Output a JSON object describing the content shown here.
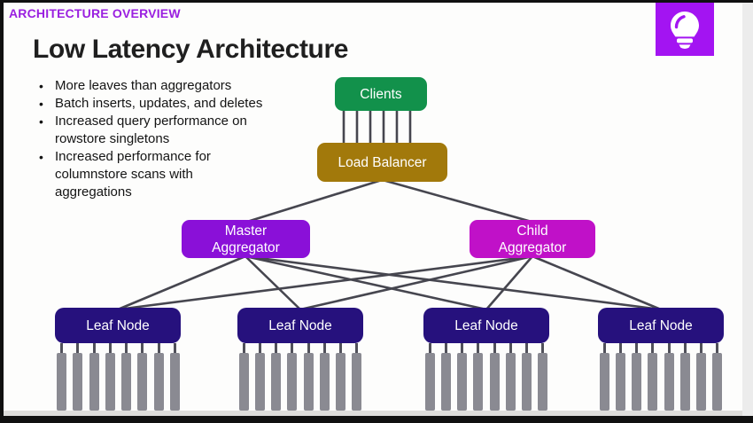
{
  "kicker": {
    "text": "ARCHITECTURE OVERVIEW",
    "color": "#9A1FE0"
  },
  "title": {
    "text": "Low Latency Architecture"
  },
  "bullets": [
    "More leaves than aggregators",
    "Batch inserts, updates, and deletes",
    "Increased query performance on\nrowstore singletons",
    "Increased performance for\ncolumnstore scans with\naggregations"
  ],
  "diagram": {
    "line_color": "#46464F",
    "bar_color": "#8A8A92",
    "bars_per_leaf": 8,
    "nodes": [
      {
        "id": "clients",
        "label": "Clients",
        "color": "#12914B"
      },
      {
        "id": "load-balancer",
        "label": "Load Balancer",
        "color": "#A2790B"
      },
      {
        "id": "master-aggregator",
        "label": "Master\nAggregator",
        "color": "#8A10D8"
      },
      {
        "id": "child-aggregator",
        "label": "Child\nAggregator",
        "color": "#C011C8"
      },
      {
        "id": "leaf-node-1",
        "label": "Leaf Node",
        "color": "#26117D"
      },
      {
        "id": "leaf-node-2",
        "label": "Leaf Node",
        "color": "#26117D"
      },
      {
        "id": "leaf-node-3",
        "label": "Leaf Node",
        "color": "#26117D"
      },
      {
        "id": "leaf-node-4",
        "label": "Leaf Node",
        "color": "#26117D"
      }
    ],
    "edges": [
      {
        "from": "clients",
        "to": "load-balancer",
        "links": 6
      },
      {
        "from": "load-balancer",
        "to": "master-aggregator"
      },
      {
        "from": "load-balancer",
        "to": "child-aggregator"
      },
      {
        "from": "master-aggregator",
        "to": "leaf-node-1"
      },
      {
        "from": "master-aggregator",
        "to": "leaf-node-2"
      },
      {
        "from": "master-aggregator",
        "to": "leaf-node-3"
      },
      {
        "from": "master-aggregator",
        "to": "leaf-node-4"
      },
      {
        "from": "child-aggregator",
        "to": "leaf-node-1"
      },
      {
        "from": "child-aggregator",
        "to": "leaf-node-2"
      },
      {
        "from": "child-aggregator",
        "to": "leaf-node-3"
      },
      {
        "from": "child-aggregator",
        "to": "leaf-node-4"
      }
    ]
  },
  "corner_icon": {
    "name": "lightbulb-icon",
    "background": "#A314F2"
  }
}
